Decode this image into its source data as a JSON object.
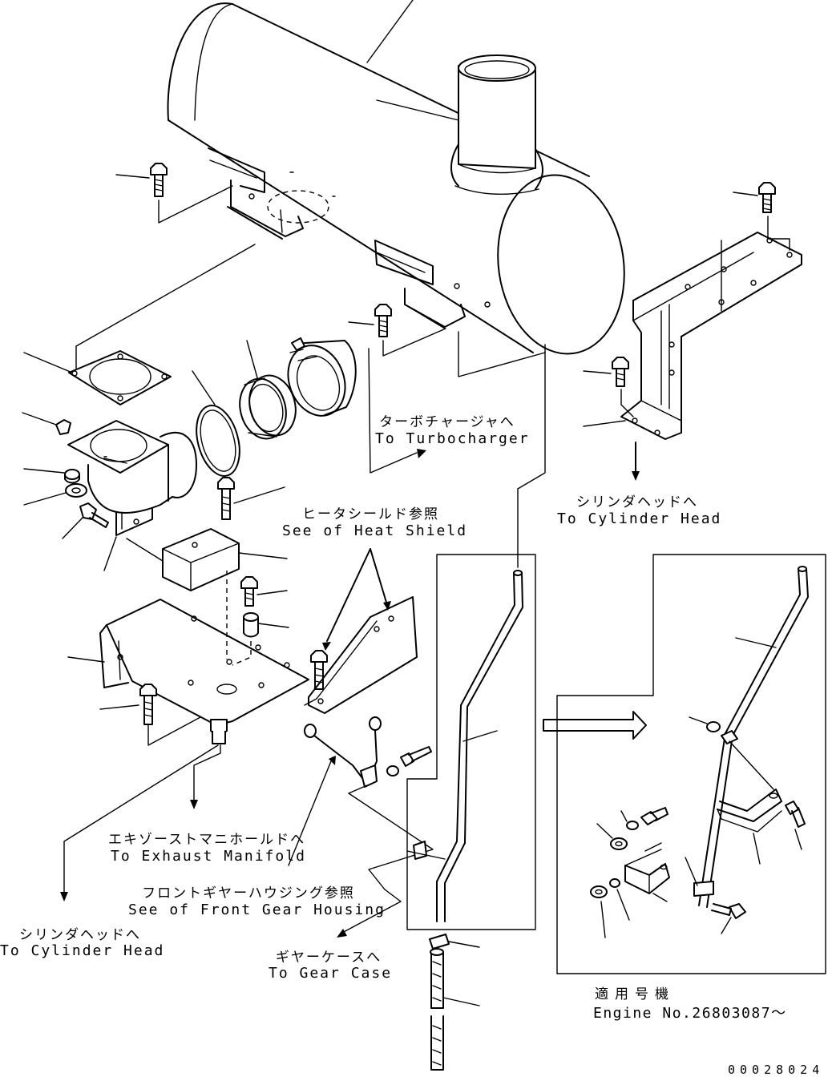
{
  "labels": {
    "turbo_jp": "ターボチャージャへ",
    "turbo_en": "To Turbocharger",
    "cyl_head_right_jp": "シリンダヘッドへ",
    "cyl_head_right_en": "To Cylinder Head",
    "heat_shield_jp": "ヒータシールド参照",
    "heat_shield_en": "See of Heat Shield",
    "exhaust_jp": "エキゾーストマニホールドへ",
    "exhaust_en": "To Exhaust Manifold",
    "front_gear_jp": "フロントギヤーハウジング参照",
    "front_gear_en": "See of Front Gear Housing",
    "cyl_head_left_jp": "シリンダヘッドへ",
    "cyl_head_left_en": "To Cylinder Head",
    "gear_case_jp": "ギヤーケースへ",
    "gear_case_en": "To Gear Case",
    "applicable_jp": "適用号機",
    "engine_no": "Engine No.26803087〜",
    "drawing_no": "00028024"
  }
}
